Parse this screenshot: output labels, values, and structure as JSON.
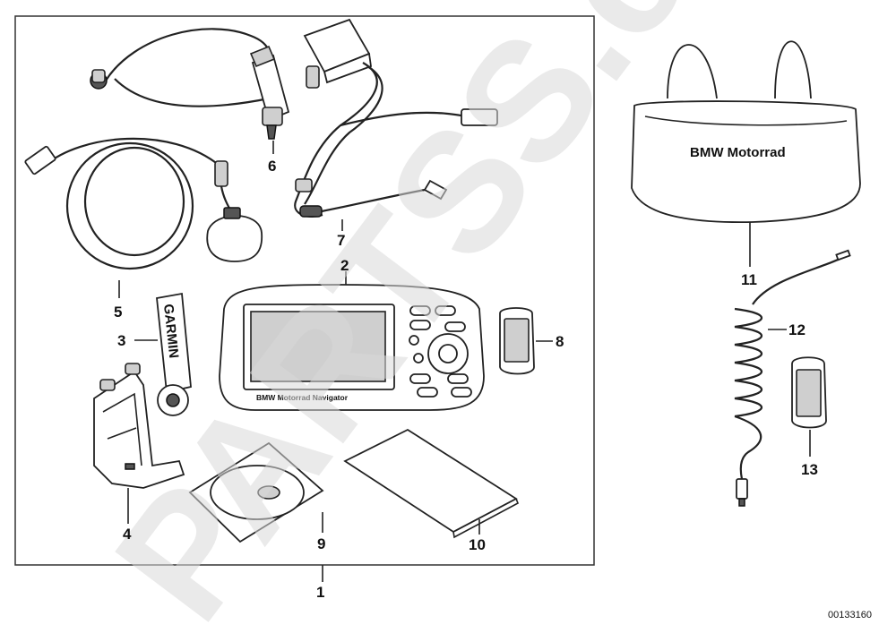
{
  "watermark": {
    "text": "PARTSS.com"
  },
  "callouts": {
    "c1": "1",
    "c2": "2",
    "c3": "3",
    "c4": "4",
    "c5": "5",
    "c6": "6",
    "c7": "7",
    "c8": "8",
    "c9": "9",
    "c10": "10",
    "c11": "11",
    "c12": "12",
    "c13": "13"
  },
  "printed_text": {
    "bag_brand": "BMW Motorrad",
    "nav_bezel": "BMW Motorrad Navigator",
    "strap_logo": "GARMIN"
  },
  "reference_number": "00133160",
  "colors": {
    "line": "#222222",
    "watermark": "#d9d9d9",
    "background": "#ffffff"
  }
}
